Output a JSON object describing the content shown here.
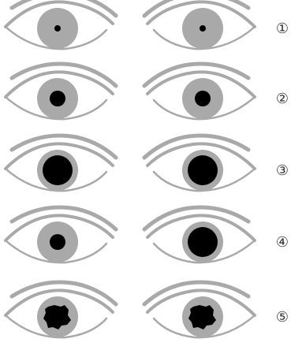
{
  "figure": {
    "colors": {
      "outline": "#a9a9a9",
      "iris": "#a9a9a9",
      "pupil": "#000000",
      "background": "#ffffff"
    },
    "rows": [
      {
        "label": "①",
        "left_pupil": "pinpoint",
        "right_pupil": "pinpoint"
      },
      {
        "label": "②",
        "left_pupil": "normal",
        "right_pupil": "normal"
      },
      {
        "label": "③",
        "left_pupil": "dilated",
        "right_pupil": "dilated"
      },
      {
        "label": "④",
        "left_pupil": "normal",
        "right_pupil": "dilated"
      },
      {
        "label": "⑤",
        "left_pupil": "irregular",
        "right_pupil": "irregular"
      }
    ]
  }
}
